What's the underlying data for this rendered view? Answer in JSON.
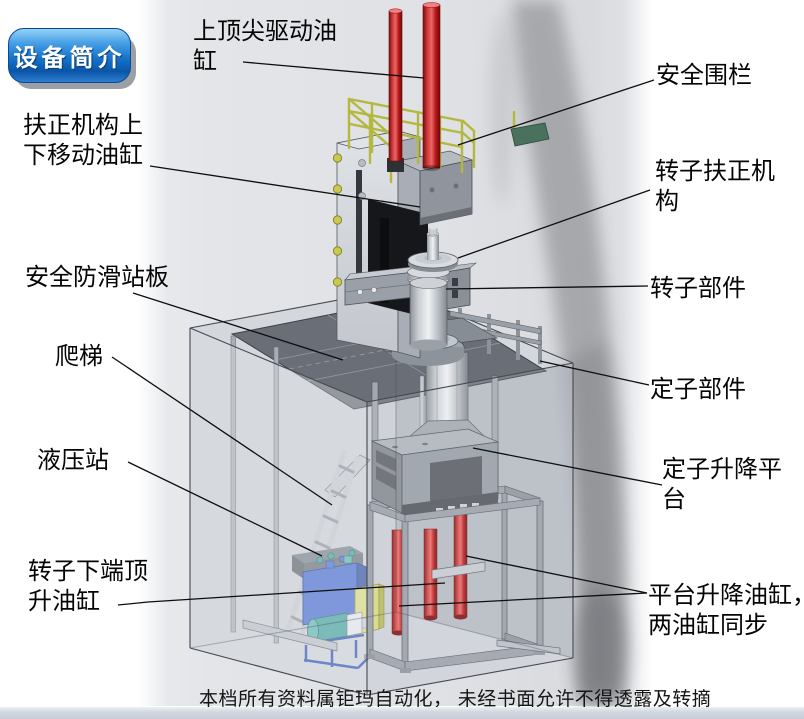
{
  "badge": {
    "label": "设备简介"
  },
  "labels": [
    {
      "id": "top-center-drive-cylinder",
      "text": "上顶尖驱动油\n缸"
    },
    {
      "id": "safety-fence",
      "text": "安全围栏"
    },
    {
      "id": "straightening-updown-cylinder",
      "text": "扶正机构上\n下移动油缸"
    },
    {
      "id": "rotor-straightening-mechanism",
      "text": "转子扶正机\n构"
    },
    {
      "id": "anti-slip-platform",
      "text": "安全防滑站板"
    },
    {
      "id": "rotor-part",
      "text": "转子部件"
    },
    {
      "id": "ladder",
      "text": "爬梯"
    },
    {
      "id": "stator-part",
      "text": "定子部件"
    },
    {
      "id": "hydraulic-station",
      "text": "液压站"
    },
    {
      "id": "stator-lift-platform",
      "text": "定子升降平\n台"
    },
    {
      "id": "rotor-bottom-jack-cylinder",
      "text": "转子下端顶\n升油缸"
    },
    {
      "id": "platform-lift-cylinders",
      "text": "平台升降油缸，\n两油缸同步"
    }
  ],
  "footer": {
    "text": "本档所有资料属钜玛自动化， 未经书面允许不得透露及转摘"
  },
  "colors": {
    "badge_blue": "#1573cb",
    "cylinder_red": "#c41a1a",
    "railing_yellow": "#b5b83f",
    "hydraulic_blue": "#5277d4",
    "motor_teal": "#43a29e",
    "panel_yellow": "#d9d97e",
    "slab_gray": "#6a6f77"
  }
}
